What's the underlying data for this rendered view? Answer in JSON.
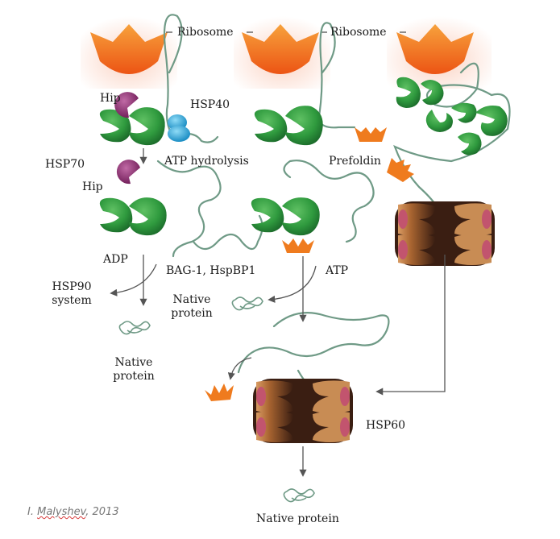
{
  "labels": {
    "ribosome_1": "Ribosome",
    "ribosome_2": "Ribosome",
    "hip_top": "Hip",
    "hsp40": "HSP40",
    "hsp70": "HSP70",
    "atp_hydrolysis": "ATP hydrolysis",
    "hip_mid": "Hip",
    "prefoldin": "Prefoldin",
    "adp": "ADP",
    "bag1_hspbp1": "BAG-1, HspBP1",
    "atp": "ATP",
    "hsp90_line1": "HSP90",
    "hsp90_line2": "system",
    "native_mid_line1": "Native",
    "native_mid_line2": "protein",
    "native_left_line1": "Native",
    "native_left_line2": "protein",
    "hsp60": "HSP60",
    "native_bottom": "Native protein"
  },
  "credit": {
    "author_initial": "I.",
    "author_name": "Malyshev",
    "year": ", 2013"
  },
  "colors": {
    "ribosome": "#f06a1e",
    "ribosome_glow": "#fbd3c3",
    "hsp70": "#2f9a3e",
    "hip": "#8a2a6e",
    "hsp40": "#2aa6dc",
    "prefoldin": "#ef7b1e",
    "hsp60_dark": "#3a1e12",
    "hsp60_light": "#c88c54",
    "hsp60_pink": "#c2546e",
    "chain": "#6f9a86",
    "arrow": "#555555"
  }
}
